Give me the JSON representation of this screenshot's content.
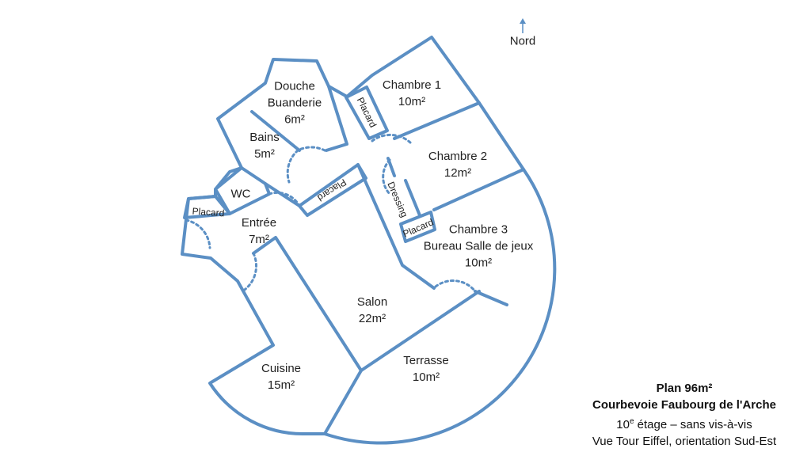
{
  "colors": {
    "wall": "#5B8FC4",
    "text": "#222222"
  },
  "north": {
    "label": "Nord",
    "icon": "north-arrow-icon"
  },
  "rooms": {
    "douche": {
      "line1": "Douche",
      "line2": "Buanderie",
      "area": "6m²"
    },
    "chambre1": {
      "name": "Chambre  1",
      "area": "10m²"
    },
    "chambre2": {
      "name": "Chambre  2",
      "area": "12m²"
    },
    "chambre3": {
      "name": "Chambre  3",
      "subtitle": "Bureau  Salle de jeux",
      "area": "10m²"
    },
    "bains": {
      "name": "Bains",
      "area": "5m²"
    },
    "wc": {
      "name": "WC"
    },
    "entree": {
      "name": "Entrée",
      "area": "7m²"
    },
    "salon": {
      "name": "Salon",
      "area": "22m²"
    },
    "terrasse": {
      "name": "Terrasse",
      "area": "10m²"
    },
    "cuisine": {
      "name": "Cuisine",
      "area": "15m²"
    }
  },
  "closets": {
    "placard_chambre1": "Placard",
    "placard_hall": "Placard",
    "placard_entree": "Placard",
    "placard_chambre3": "Placard",
    "dressing": "Dressing"
  },
  "caption": {
    "title": "Plan 96m²",
    "address": "Courbevoie Faubourg de l'Arche",
    "floor_number": "10",
    "floor_suffix": "e",
    "floor_rest": " étage – sans vis-à-vis",
    "view": "Vue Tour Eiffel, orientation Sud-Est"
  }
}
